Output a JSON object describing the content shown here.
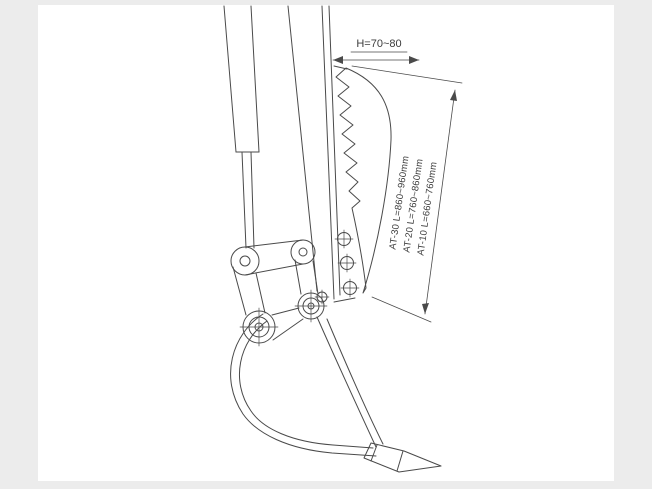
{
  "page": {
    "background_color": "#ececec",
    "canvas_color": "#ffffff"
  },
  "drawing": {
    "subject": "excavator-thumb-attachment-technical-drawing",
    "stroke_color": "#4a4a4a",
    "labels": {
      "height_range": "H=70~80",
      "length_specs": [
        "AT-30 L=860~960mm",
        "AT-20 L=760~860mm",
        "AT-10 L=660~760mm"
      ]
    }
  }
}
